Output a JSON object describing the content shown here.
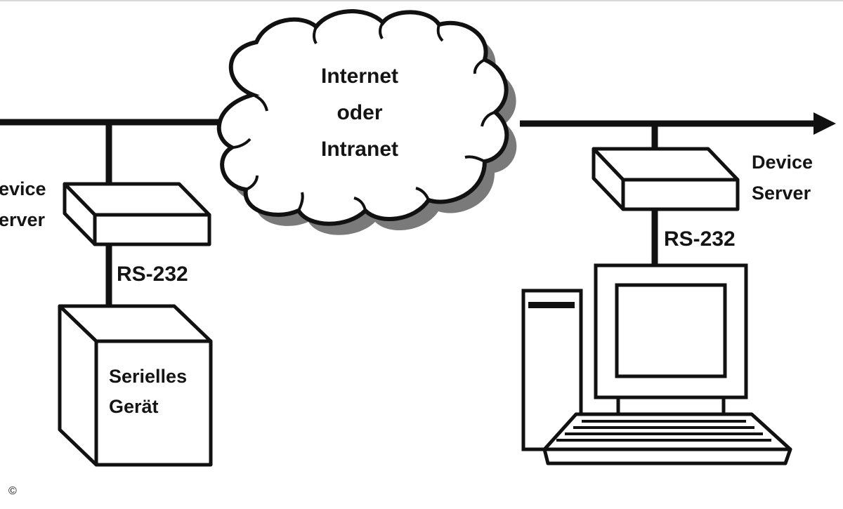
{
  "cloud": {
    "line1": "Internet",
    "line2": "oder",
    "line3": "Intranet"
  },
  "left_server": {
    "line1": "evice",
    "line2": "erver"
  },
  "right_server": {
    "line1": "Device",
    "line2": "Server"
  },
  "left_link": {
    "label": "RS-232"
  },
  "right_link": {
    "label": "RS-232"
  },
  "serial_device": {
    "line1": "Serielles",
    "line2": "Gerät"
  },
  "copyright": "©",
  "colors": {
    "stroke": "#111111",
    "fill": "#ffffff",
    "shadow": "#7a7a7a"
  }
}
